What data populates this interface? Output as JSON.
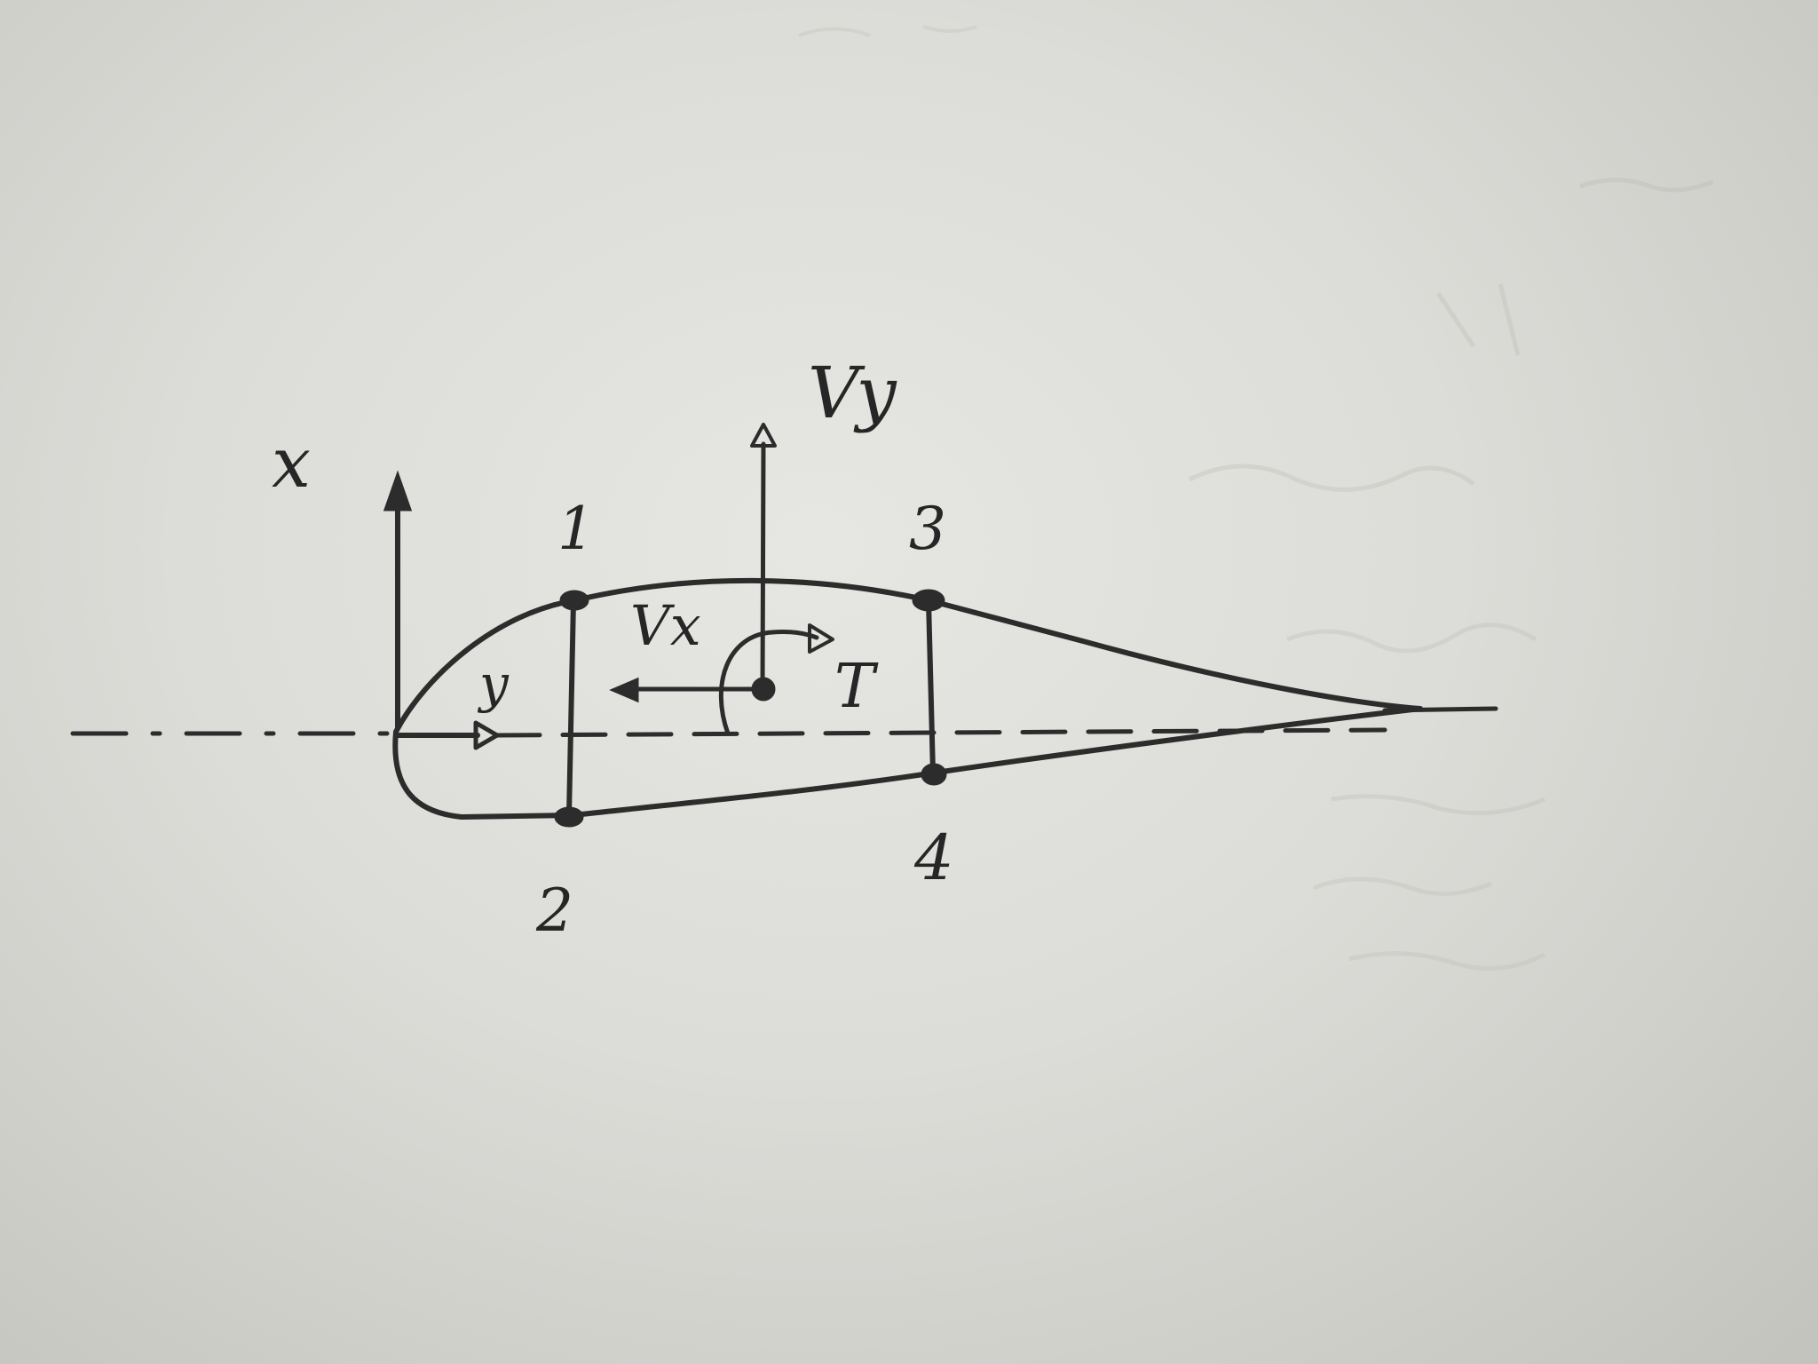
{
  "diagram": {
    "axis_x_label": "x",
    "axis_y_label": "y",
    "shear_vertical_label": "Vy",
    "shear_horizontal_label": "Vx",
    "torque_label": "T",
    "point_labels": {
      "p1": "1",
      "p2": "2",
      "p3": "3",
      "p4": "4"
    }
  },
  "colors": {
    "ink": "#2c2c2c",
    "paper": "#dcdcd8"
  }
}
